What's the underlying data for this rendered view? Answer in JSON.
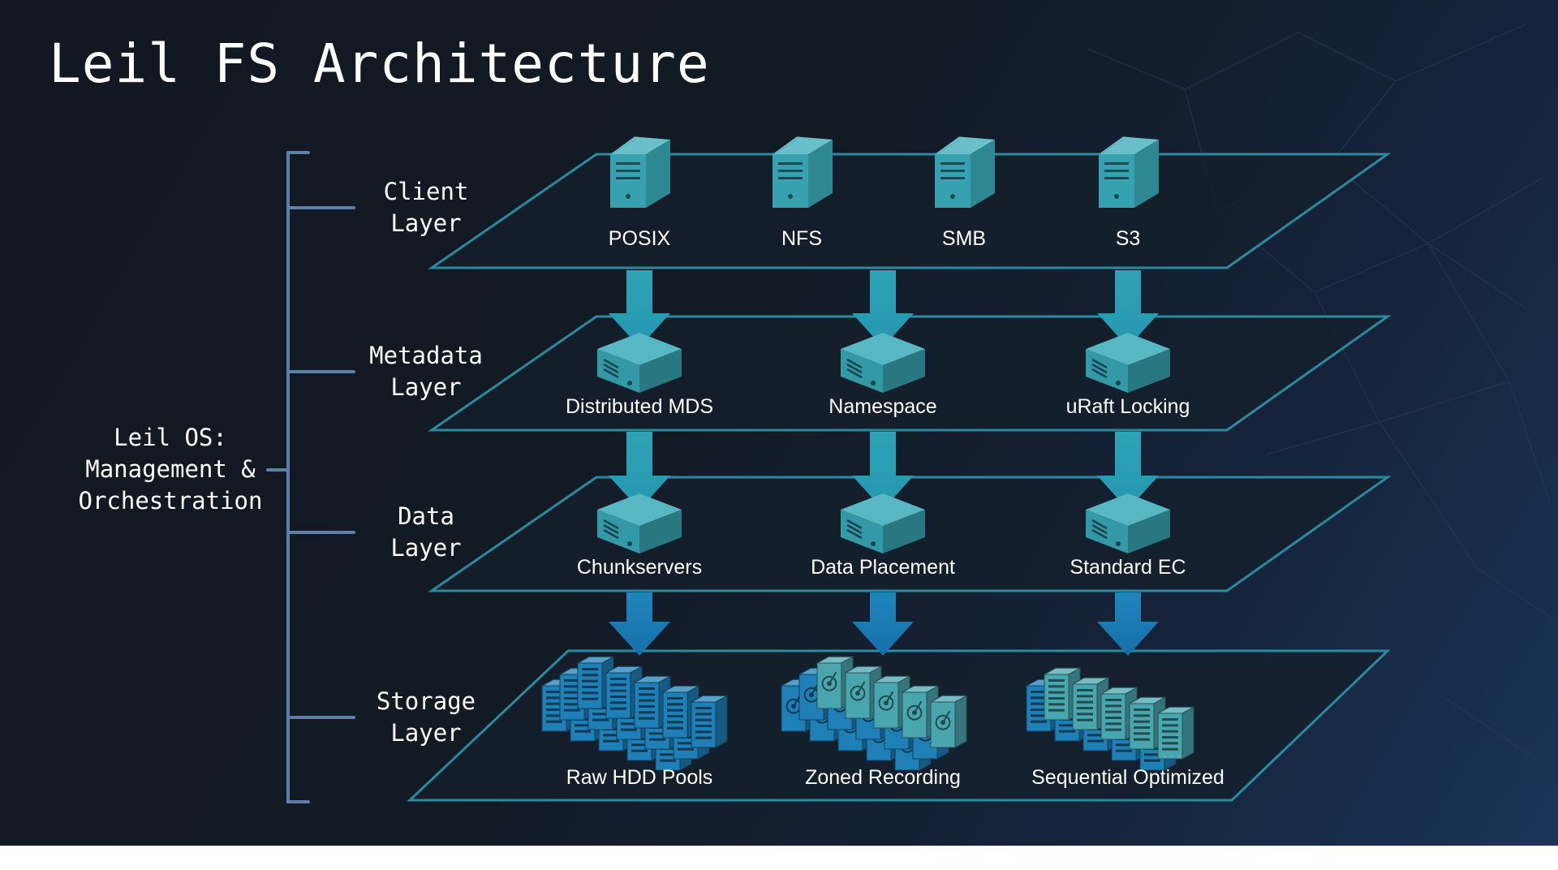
{
  "title": "Leil FS Architecture",
  "management": {
    "line1": "Leil OS:",
    "line2": "Management &",
    "line3": "Orchestration"
  },
  "layers": [
    {
      "line1": "Client",
      "line2": "Layer",
      "components": [
        {
          "label": "POSIX",
          "icon": "server-tower-icon"
        },
        {
          "label": "NFS",
          "icon": "server-tower-icon"
        },
        {
          "label": "SMB",
          "icon": "server-tower-icon"
        },
        {
          "label": "S3",
          "icon": "server-tower-icon"
        }
      ]
    },
    {
      "line1": "Metadata",
      "line2": "Layer",
      "components": [
        {
          "label": "Distributed MDS",
          "icon": "server-unit-icon"
        },
        {
          "label": "Namespace",
          "icon": "server-unit-icon"
        },
        {
          "label": "uRaft Locking",
          "icon": "server-unit-icon"
        }
      ]
    },
    {
      "line1": "Data",
      "line2": "Layer",
      "components": [
        {
          "label": "Chunkservers",
          "icon": "server-unit-icon"
        },
        {
          "label": "Data Placement",
          "icon": "server-unit-icon"
        },
        {
          "label": "Standard EC",
          "icon": "server-unit-icon"
        }
      ]
    },
    {
      "line1": "Storage",
      "line2": "Layer",
      "components": [
        {
          "label": "Raw HDD Pools",
          "icon": "hdd-rack-array-icon"
        },
        {
          "label": "Zoned Recording",
          "icon": "disk-rack-array-icon"
        },
        {
          "label": "Sequential Optimized",
          "icon": "drive-rack-array-icon"
        }
      ]
    }
  ],
  "colors": {
    "accent": "#39aab8",
    "arrow_bottom": "#1a7fb8",
    "bracket": "#5d7fa8",
    "plane_stroke": "#2b8aa0",
    "rack_blue": "#1f80b8",
    "rack_teal": "#4aa6ae"
  }
}
